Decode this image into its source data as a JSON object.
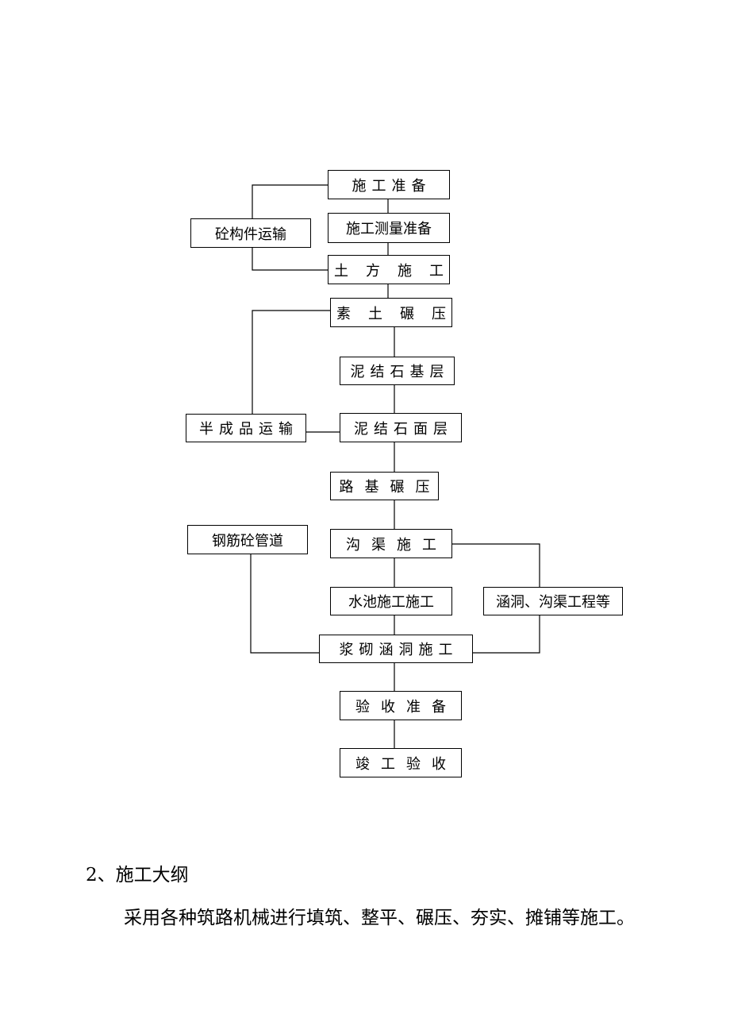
{
  "flowchart": {
    "nodes": {
      "prep": "施工准备",
      "survey": "施工测量准备",
      "earthwork": "土方施工",
      "plain_soil": "素土碾压",
      "base": "泥结石基层",
      "surface": "泥结石面层",
      "subgrade": "路基碾压",
      "ditch": "沟渠施工",
      "pool": "水池施工施工",
      "masonry": "浆砌涵洞施工",
      "acceptance_prep": "验收准备",
      "completion": "竣工验收",
      "concrete_transport": "砼构件运输",
      "semi_transport": "半成品运输",
      "rebar_pipe": "钢筋砼管道",
      "culvert_works": "涵洞、沟渠工程等"
    }
  },
  "section": {
    "heading": "2、施工大纲",
    "paragraph": "采用各种筑路机械进行填筑、整平、碾压、夯实、摊铺等施工。"
  }
}
